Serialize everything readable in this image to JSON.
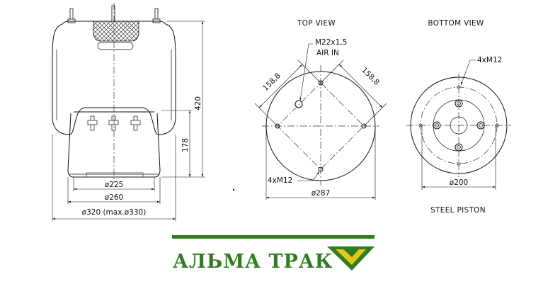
{
  "side_view": {
    "dim_height_total": "420",
    "dim_height_piston": "178",
    "dim_d_225": "ø225",
    "dim_d_260": "ø260",
    "dim_d_320": "ø320 (max.ø330)"
  },
  "top_view": {
    "title": "TOP VIEW",
    "air_port": "M22x1,5",
    "air_in": "AIR IN",
    "dim_left": "158,8",
    "dim_right": "158,8",
    "bolts": "4xM12",
    "diameter": "ø287"
  },
  "bottom_view": {
    "title": "BOTTOM VIEW",
    "bolts": "4xM12",
    "diameter": "ø200",
    "caption": "STEEL PISTON"
  },
  "brand": {
    "name": "АЛЬМА ТРАК",
    "color_green": "#2f7d1e",
    "color_yellow": "#e3c51c",
    "logo_icon": "chevron-down-icon"
  }
}
